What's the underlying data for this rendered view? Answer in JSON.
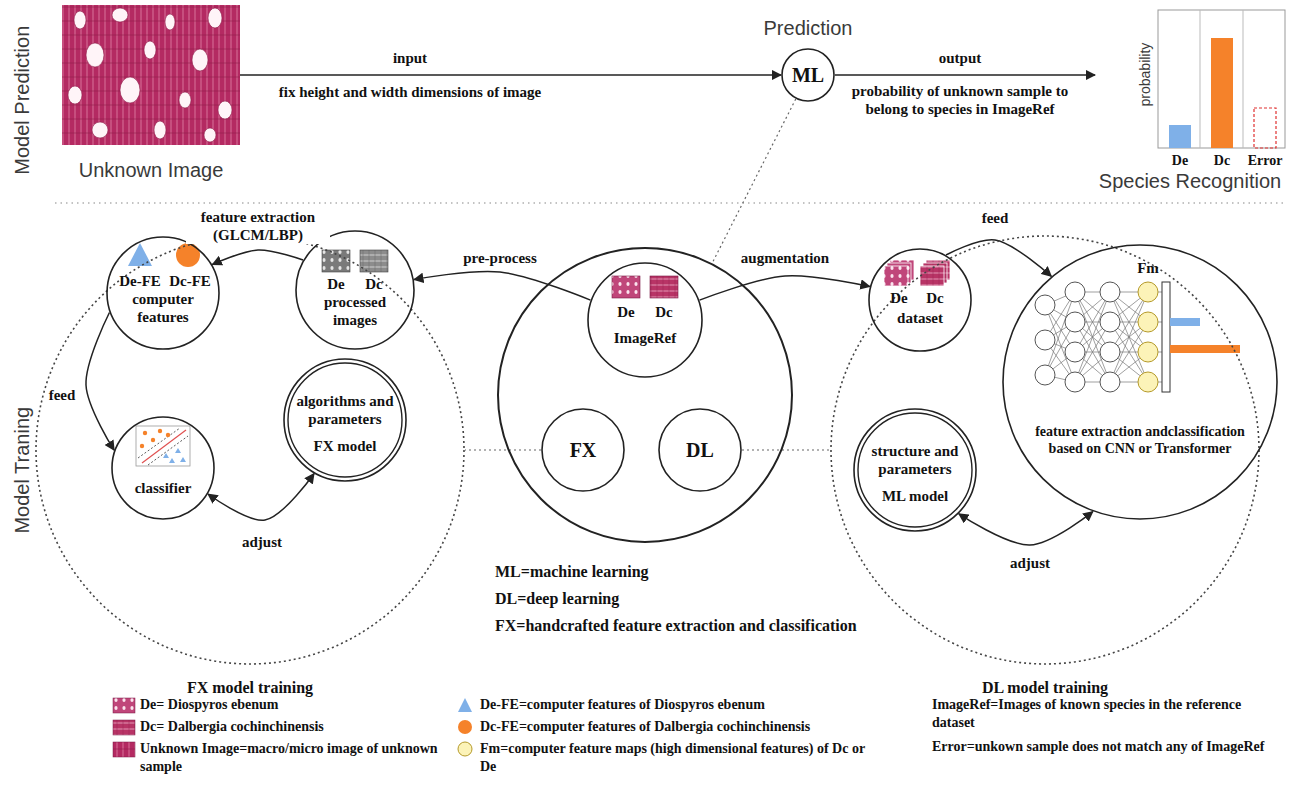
{
  "diagram": {
    "nodes": [
      {
        "text": [
          "Unknown Image"
        ]
      },
      {
        "text": [
          "Prediction",
          "ML"
        ]
      },
      {
        "text": [
          "probability",
          "De",
          "Dc",
          "Error",
          "Species Recognition"
        ]
      },
      {
        "text": [
          "FX model training"
        ]
      },
      {
        "text": [
          "De",
          "Dc",
          "processed images"
        ],
        "in": 3
      },
      {
        "text": [
          "De-FE",
          "Dc-FE",
          "computer features"
        ],
        "in": 3
      },
      {
        "text": [
          "classifier"
        ],
        "in": 3
      },
      {
        "text": [
          "algorithms and parameters",
          "FX model"
        ],
        "in": 3
      },
      {
        "text": [
          "ML=machine learning",
          "DL=deep learning",
          "FX=handcrafted feature extraction and classification"
        ]
      },
      {
        "text": [
          "De",
          "Dc",
          "ImageRef"
        ],
        "in": 8
      },
      {
        "text": [
          "FX"
        ],
        "in": 8
      },
      {
        "text": [
          "DL"
        ],
        "in": 8
      },
      {
        "text": [
          "DL model training"
        ]
      },
      {
        "text": [
          "De",
          "Dc",
          "dataset"
        ],
        "in": 12
      },
      {
        "text": [
          "Fm",
          "feature extraction andclassification based on CNN or Transformer"
        ],
        "in": 12
      },
      {
        "text": [
          "structure and parameters",
          "ML model"
        ],
        "in": 12
      }
    ],
    "edges": [
      {
        "from": 0,
        "to": 1,
        "label": "input",
        "arrow": "to"
      },
      {
        "from": 1,
        "to": 2,
        "label": "output",
        "arrow": "to"
      },
      {
        "from": 9,
        "to": 4,
        "label": "pre-process",
        "arrow": "to"
      },
      {
        "from": 4,
        "to": 5,
        "label": "feature extraction (GLCM/LBP)",
        "arrow": "to"
      },
      {
        "from": 5,
        "to": 6,
        "label": "feed",
        "arrow": "to"
      },
      {
        "from": 6,
        "to": 7,
        "label": "adjust",
        "arrow": "both"
      },
      {
        "from": 9,
        "to": 13,
        "label": "augmentation",
        "arrow": "to"
      },
      {
        "from": 13,
        "to": 14,
        "label": "feed",
        "arrow": "to"
      },
      {
        "from": 15,
        "to": 14,
        "label": "adjust",
        "arrow": "both"
      },
      {
        "from": 1,
        "to": 8,
        "arrow": "none"
      },
      {
        "from": 10,
        "to": 3,
        "arrow": "none"
      },
      {
        "from": 11,
        "to": 12,
        "arrow": "none"
      }
    ],
    "labels": [
      "Model Prediction",
      "fix height and width dimensions of image",
      "probability of unknown sample to belong to species in ImageRef",
      "Model Traning",
      "ImageRef=Images of known species in the reference dataset",
      "Error=unkown sample does not match any of ImageRef"
    ],
    "legend": [
      {
        "text": "De= Diospyros ebenum"
      },
      {
        "text": "Dc= Dalbergia cochinchinensis"
      },
      {
        "text": "Unknown Image=macro/micro image of unknown sample"
      },
      {
        "text": "De-FE=computer features of Diospyros ebenum",
        "color": "#7fb0e8"
      },
      {
        "text": "Dc-FE=computer features of Dalbergia cochinchinensis",
        "color": "#f5822a"
      },
      {
        "text": "Fm=computer feature maps (high dimensional features) of Dc or De",
        "color": "#fcf3b8"
      }
    ]
  }
}
